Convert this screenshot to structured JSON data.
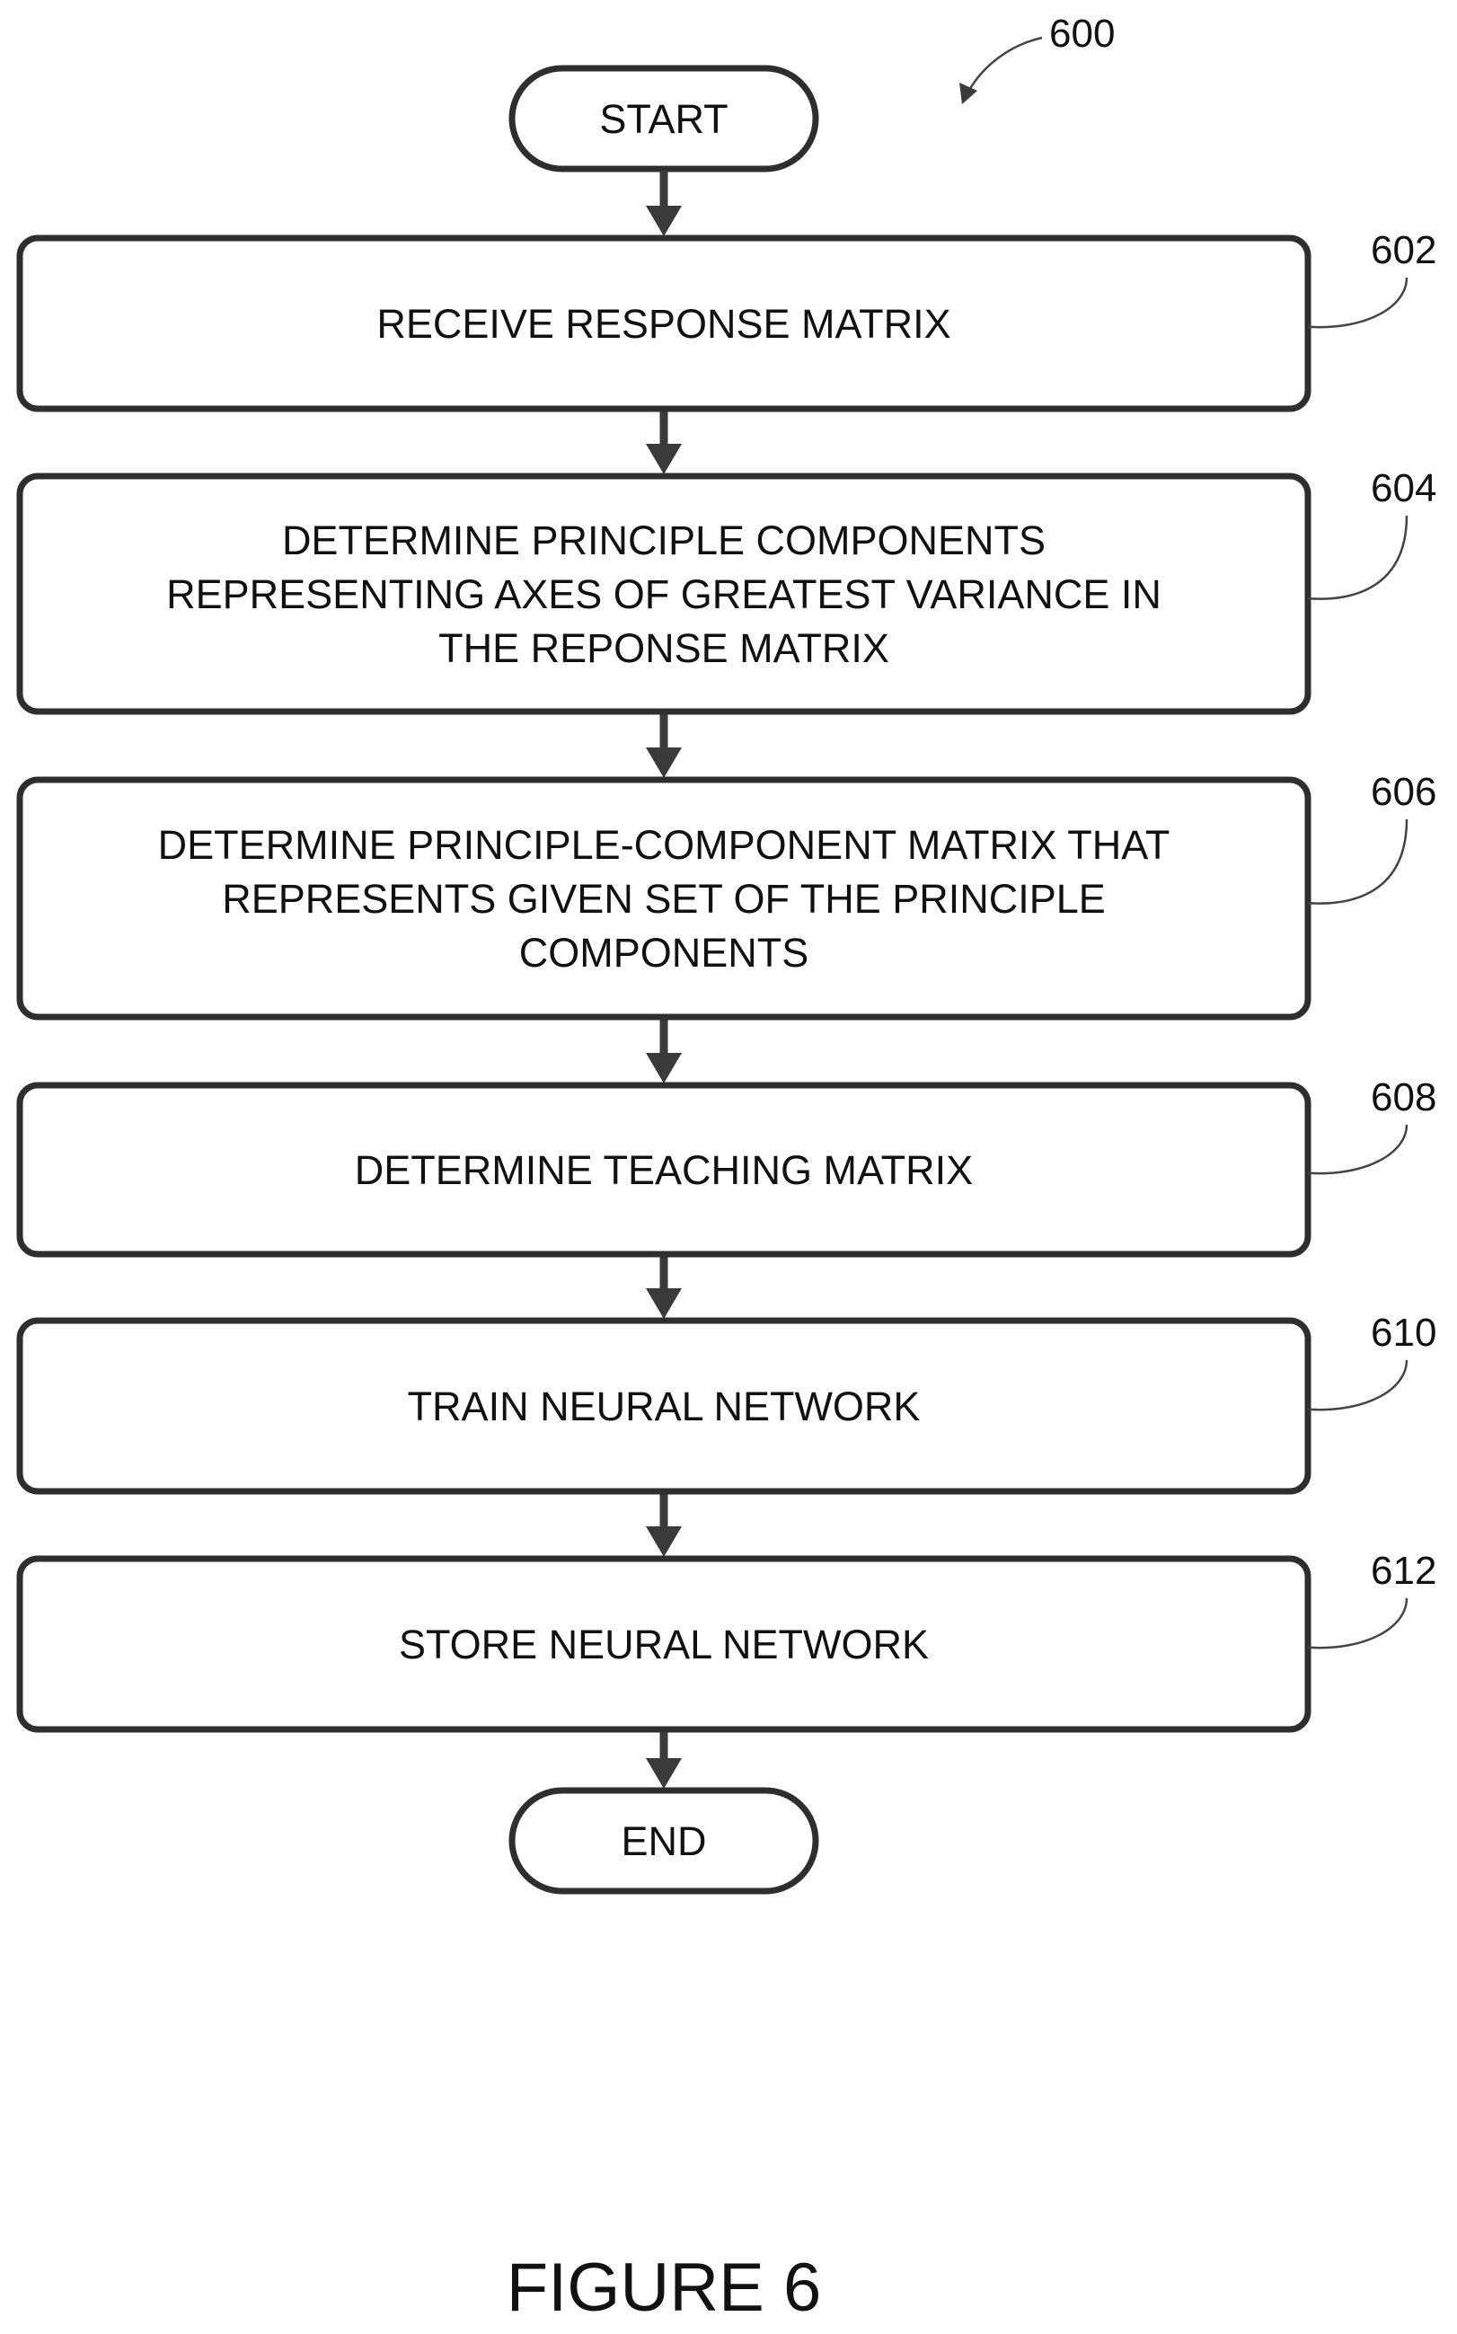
{
  "figure": {
    "reference": "600",
    "caption": "FIGURE 6"
  },
  "start": {
    "label": "START"
  },
  "end": {
    "label": "END"
  },
  "steps": [
    {
      "ref": "602",
      "lines": [
        "RECEIVE RESPONSE MATRIX"
      ]
    },
    {
      "ref": "604",
      "lines": [
        "DETERMINE PRINCIPLE COMPONENTS",
        "REPRESENTING AXES OF GREATEST VARIANCE IN",
        "THE REPONSE MATRIX"
      ]
    },
    {
      "ref": "606",
      "lines": [
        "DETERMINE PRINCIPLE-COMPONENT MATRIX THAT",
        "REPRESENTS GIVEN SET OF THE PRINCIPLE",
        "COMPONENTS"
      ]
    },
    {
      "ref": "608",
      "lines": [
        "DETERMINE TEACHING MATRIX"
      ]
    },
    {
      "ref": "610",
      "lines": [
        "TRAIN NEURAL NETWORK"
      ]
    },
    {
      "ref": "612",
      "lines": [
        "STORE NEURAL NETWORK"
      ]
    }
  ]
}
